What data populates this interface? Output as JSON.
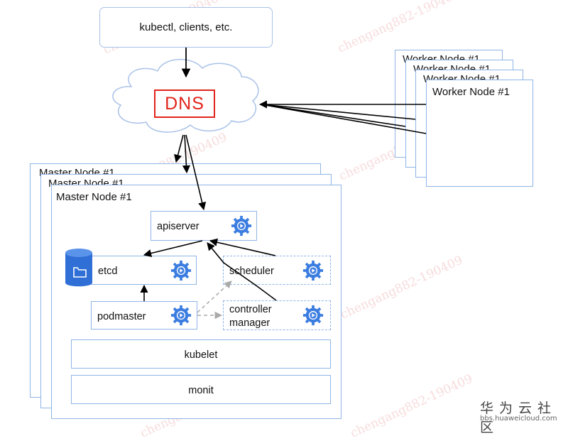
{
  "clients": {
    "label": "kubectl, clients, etc."
  },
  "dns": {
    "label": "DNS"
  },
  "worker_nodes": {
    "titles": [
      "Worker Node #1",
      "Worker Node #1",
      "Worker Node #1",
      "Worker Node #1"
    ]
  },
  "master_nodes": {
    "titles": [
      "Master Node #1",
      "Master Node #1",
      "Master Node #1"
    ]
  },
  "components": {
    "apiserver": "apiserver",
    "etcd": "etcd",
    "scheduler": "scheduler",
    "podmaster": "podmaster",
    "controller_manager_line1": "controller",
    "controller_manager_line2": "manager",
    "kubelet": "kubelet",
    "monit": "monit"
  },
  "watermark": {
    "text": "chengang882-190409"
  },
  "brand": {
    "name": "华为云社区",
    "url": "bbs.huaweicloud.com"
  },
  "colors": {
    "accent_blue": "#3b7de0",
    "border_blue": "#8fb4e6",
    "dns_red": "#e0241b"
  },
  "icons": [
    "gear-play-icon",
    "database-folder-icon",
    "cloud-icon"
  ]
}
